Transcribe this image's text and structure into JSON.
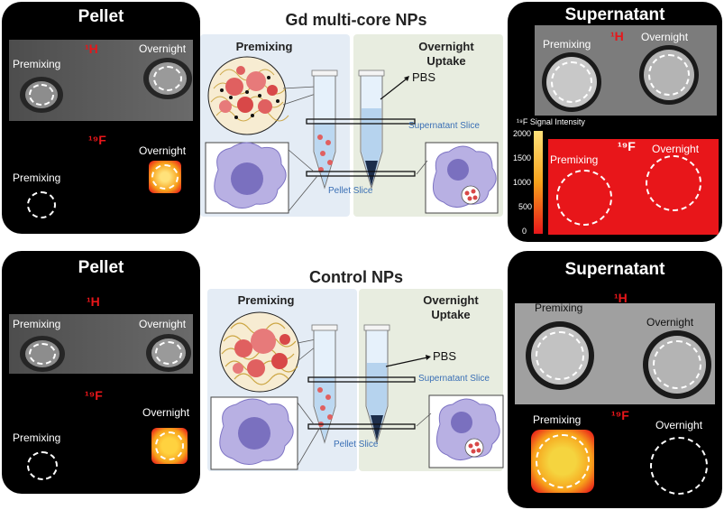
{
  "top": {
    "title": "Gd multi-core NPs",
    "pellet": {
      "title": "Pellet",
      "h_label": "¹H",
      "f_label": "¹⁹F",
      "premixing_h": "Premixing",
      "overnight_h": "Overnight",
      "premixing_f": "Premixing",
      "overnight_f": "Overnight"
    },
    "supernatant": {
      "title": "Supernatant",
      "h_label": "¹H",
      "f_label": "¹⁹F",
      "premixing_h": "Premixing",
      "overnight_h": "Overnight",
      "premixing_f": "Premixing",
      "overnight_f": "Overnight",
      "colorbar": {
        "title": "¹⁹F Signal Intensity",
        "ticks": [
          "2000",
          "1500",
          "1000",
          "500",
          "0"
        ],
        "colors": [
          "#ffe27a",
          "#f7a21b",
          "#e8161a"
        ]
      }
    },
    "schematic": {
      "premixing": "Premixing",
      "overnight_line1": "Overnight",
      "overnight_line2": "Uptake",
      "pbs": "PBS",
      "supernatant_slice": "Supernatant Slice",
      "pellet_slice": "Pellet Slice"
    }
  },
  "bottom": {
    "title": "Control NPs",
    "pellet": {
      "title": "Pellet",
      "h_label": "¹H",
      "f_label": "¹⁹F",
      "premixing_h": "Premixing",
      "overnight_h": "Overnight",
      "premixing_f": "Premixing",
      "overnight_f": "Overnight"
    },
    "supernatant": {
      "title": "Supernatant",
      "h_label": "¹H",
      "f_label": "¹⁹F",
      "premixing_h": "Premixing",
      "overnight_h": "Overnight",
      "premixing_f": "Premixing",
      "overnight_f": "Overnight"
    },
    "schematic": {
      "premixing": "Premixing",
      "overnight_line1": "Overnight",
      "overnight_line2": "Uptake",
      "pbs": "PBS",
      "supernatant_slice": "Supernatant Slice",
      "pellet_slice": "Pellet Slice"
    }
  }
}
